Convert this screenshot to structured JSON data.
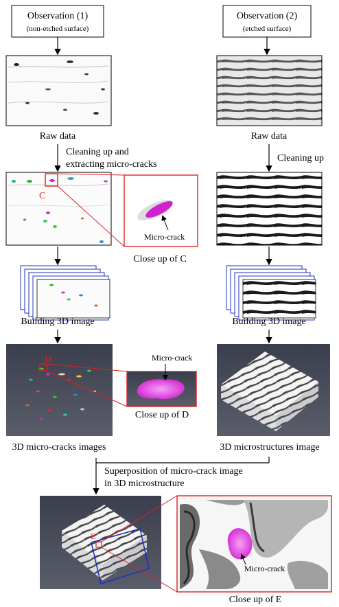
{
  "obs1": {
    "title": "Observation (1)",
    "subtitle": "(non-etched surface)"
  },
  "obs2": {
    "title": "Observation (2)",
    "subtitle": "(etched surface)"
  },
  "labels": {
    "raw_data_1": "Raw data",
    "raw_data_2": "Raw data",
    "cleaning_extract_line1": "Cleaning up and",
    "cleaning_extract_line2": "extracting micro-cracks",
    "cleaning_up": "Cleaning up",
    "marker_c": "C",
    "micro_crack_c": "Micro-crack",
    "close_up_c": "Close up of C",
    "building_3d_1": "Building 3D image",
    "building_3d_2": "Building 3D image",
    "marker_d": "D",
    "micro_crack_d": "Micro-crack",
    "close_up_d": "Close up of D",
    "cracks_3d": "3D micro-cracks images",
    "microstructures_3d": "3D microstructures image",
    "superposition_line1": "Superposition of micro-crack image",
    "superposition_line2": "in 3D microstructure",
    "marker_e": "E",
    "micro_crack_e": "Micro-crack",
    "close_up_e": "Close up of E"
  },
  "colors": {
    "highlight_red": "#e02020",
    "crack_magenta": "#e040e0",
    "stack_blue": "#2030c0",
    "dark_panel": "#4a4d5a"
  }
}
